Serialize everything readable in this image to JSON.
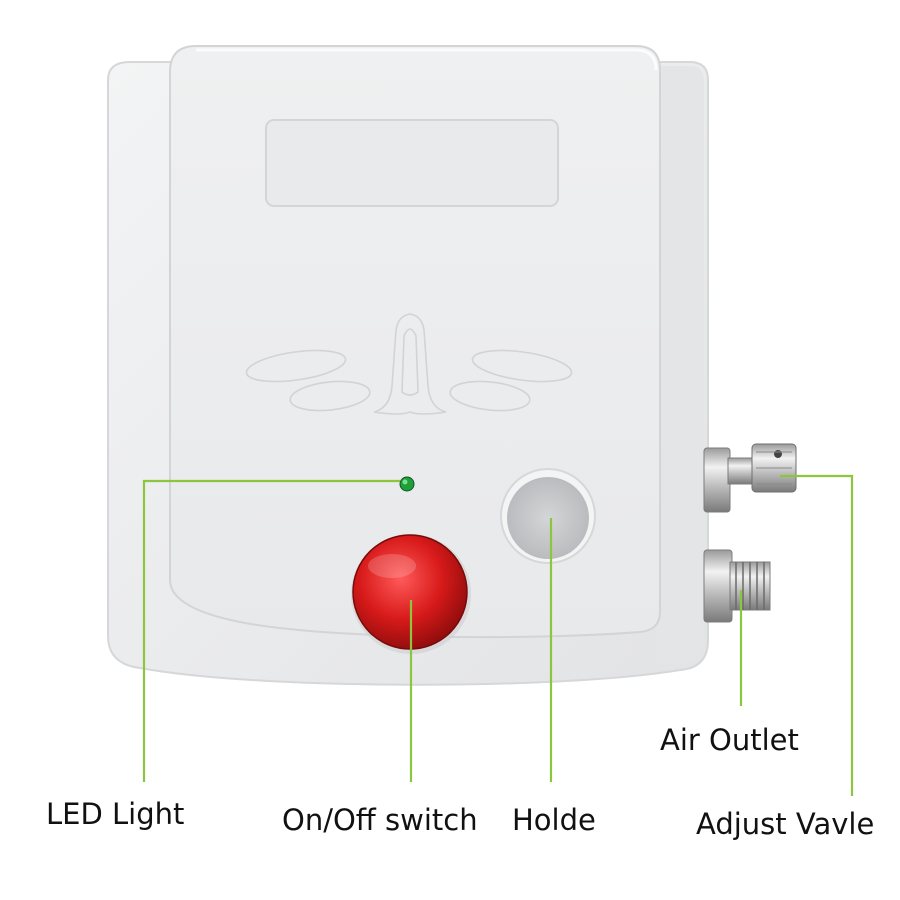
{
  "labels": {
    "led_light": "LED Light",
    "on_off_switch": "On/Off switch",
    "holder": "Holde",
    "air_outlet": "Air Outlet",
    "adjust_valve": "Adjust Vavle"
  },
  "colors": {
    "leader_line": "#8cc63f",
    "body": "#eaebed",
    "button": "#d81a1a",
    "led": "#1f9e3a"
  },
  "icons": {
    "device": "air-compressor-illustration",
    "led": "green-led-dot",
    "switch": "red-round-button",
    "holder": "airbrush-holder-hole"
  }
}
